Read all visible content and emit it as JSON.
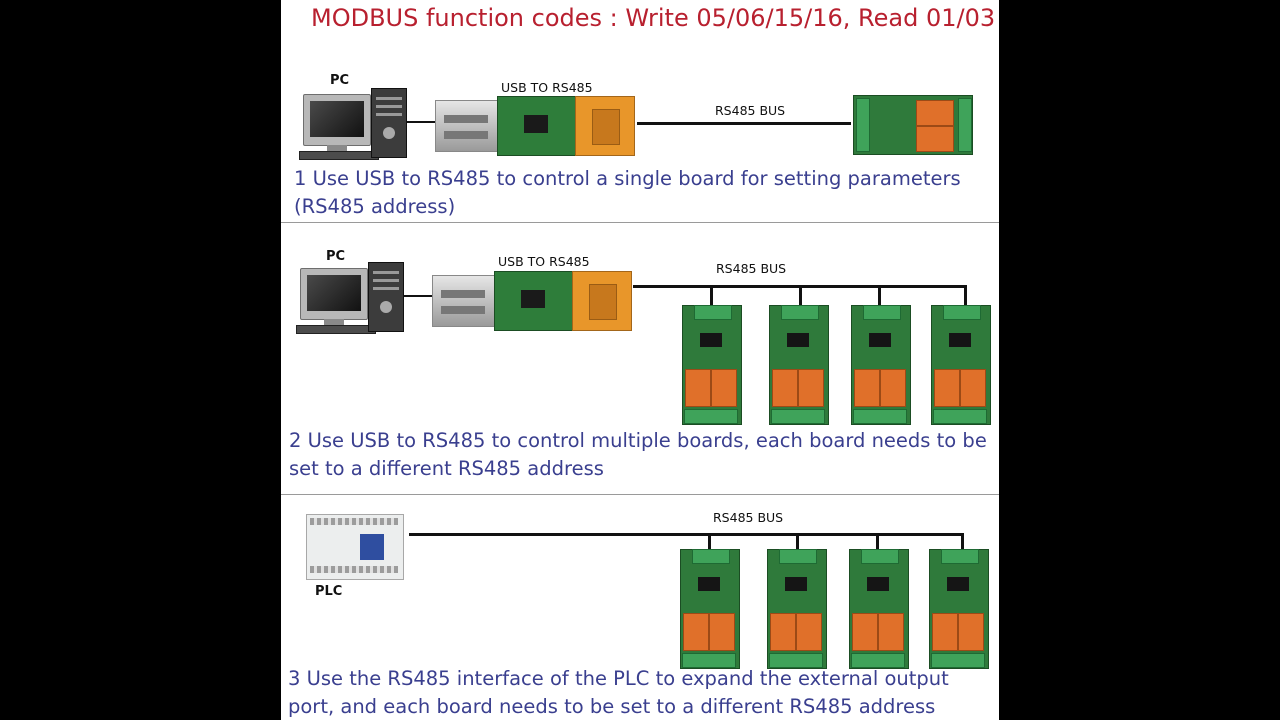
{
  "title": "MODBUS function codes : Write 05/06/15/16, Read 01/03",
  "sections": [
    {
      "pc_label": "PC",
      "converter_label": "USB TO RS485",
      "bus_label": "RS485 BUS",
      "caption": "1 Use USB to RS485 to control a single board for setting parameters (RS485 address)"
    },
    {
      "pc_label": "PC",
      "converter_label": "USB TO RS485",
      "bus_label": "RS485 BUS",
      "caption": "2 Use USB to RS485 to control multiple boards, each board needs to be set to a different RS485 address"
    },
    {
      "plc_label": "PLC",
      "bus_label": "RS485 BUS",
      "caption": "3 Use the RS485 interface of the PLC to expand the external output port, and each board needs to be set to a different RS485 address"
    }
  ],
  "colors": {
    "title": "#b8202f",
    "caption": "#3a3f8f",
    "pcb_green": "#2f7a3b",
    "relay_orange": "#e0702a",
    "terminal_orange": "#e8962a"
  }
}
